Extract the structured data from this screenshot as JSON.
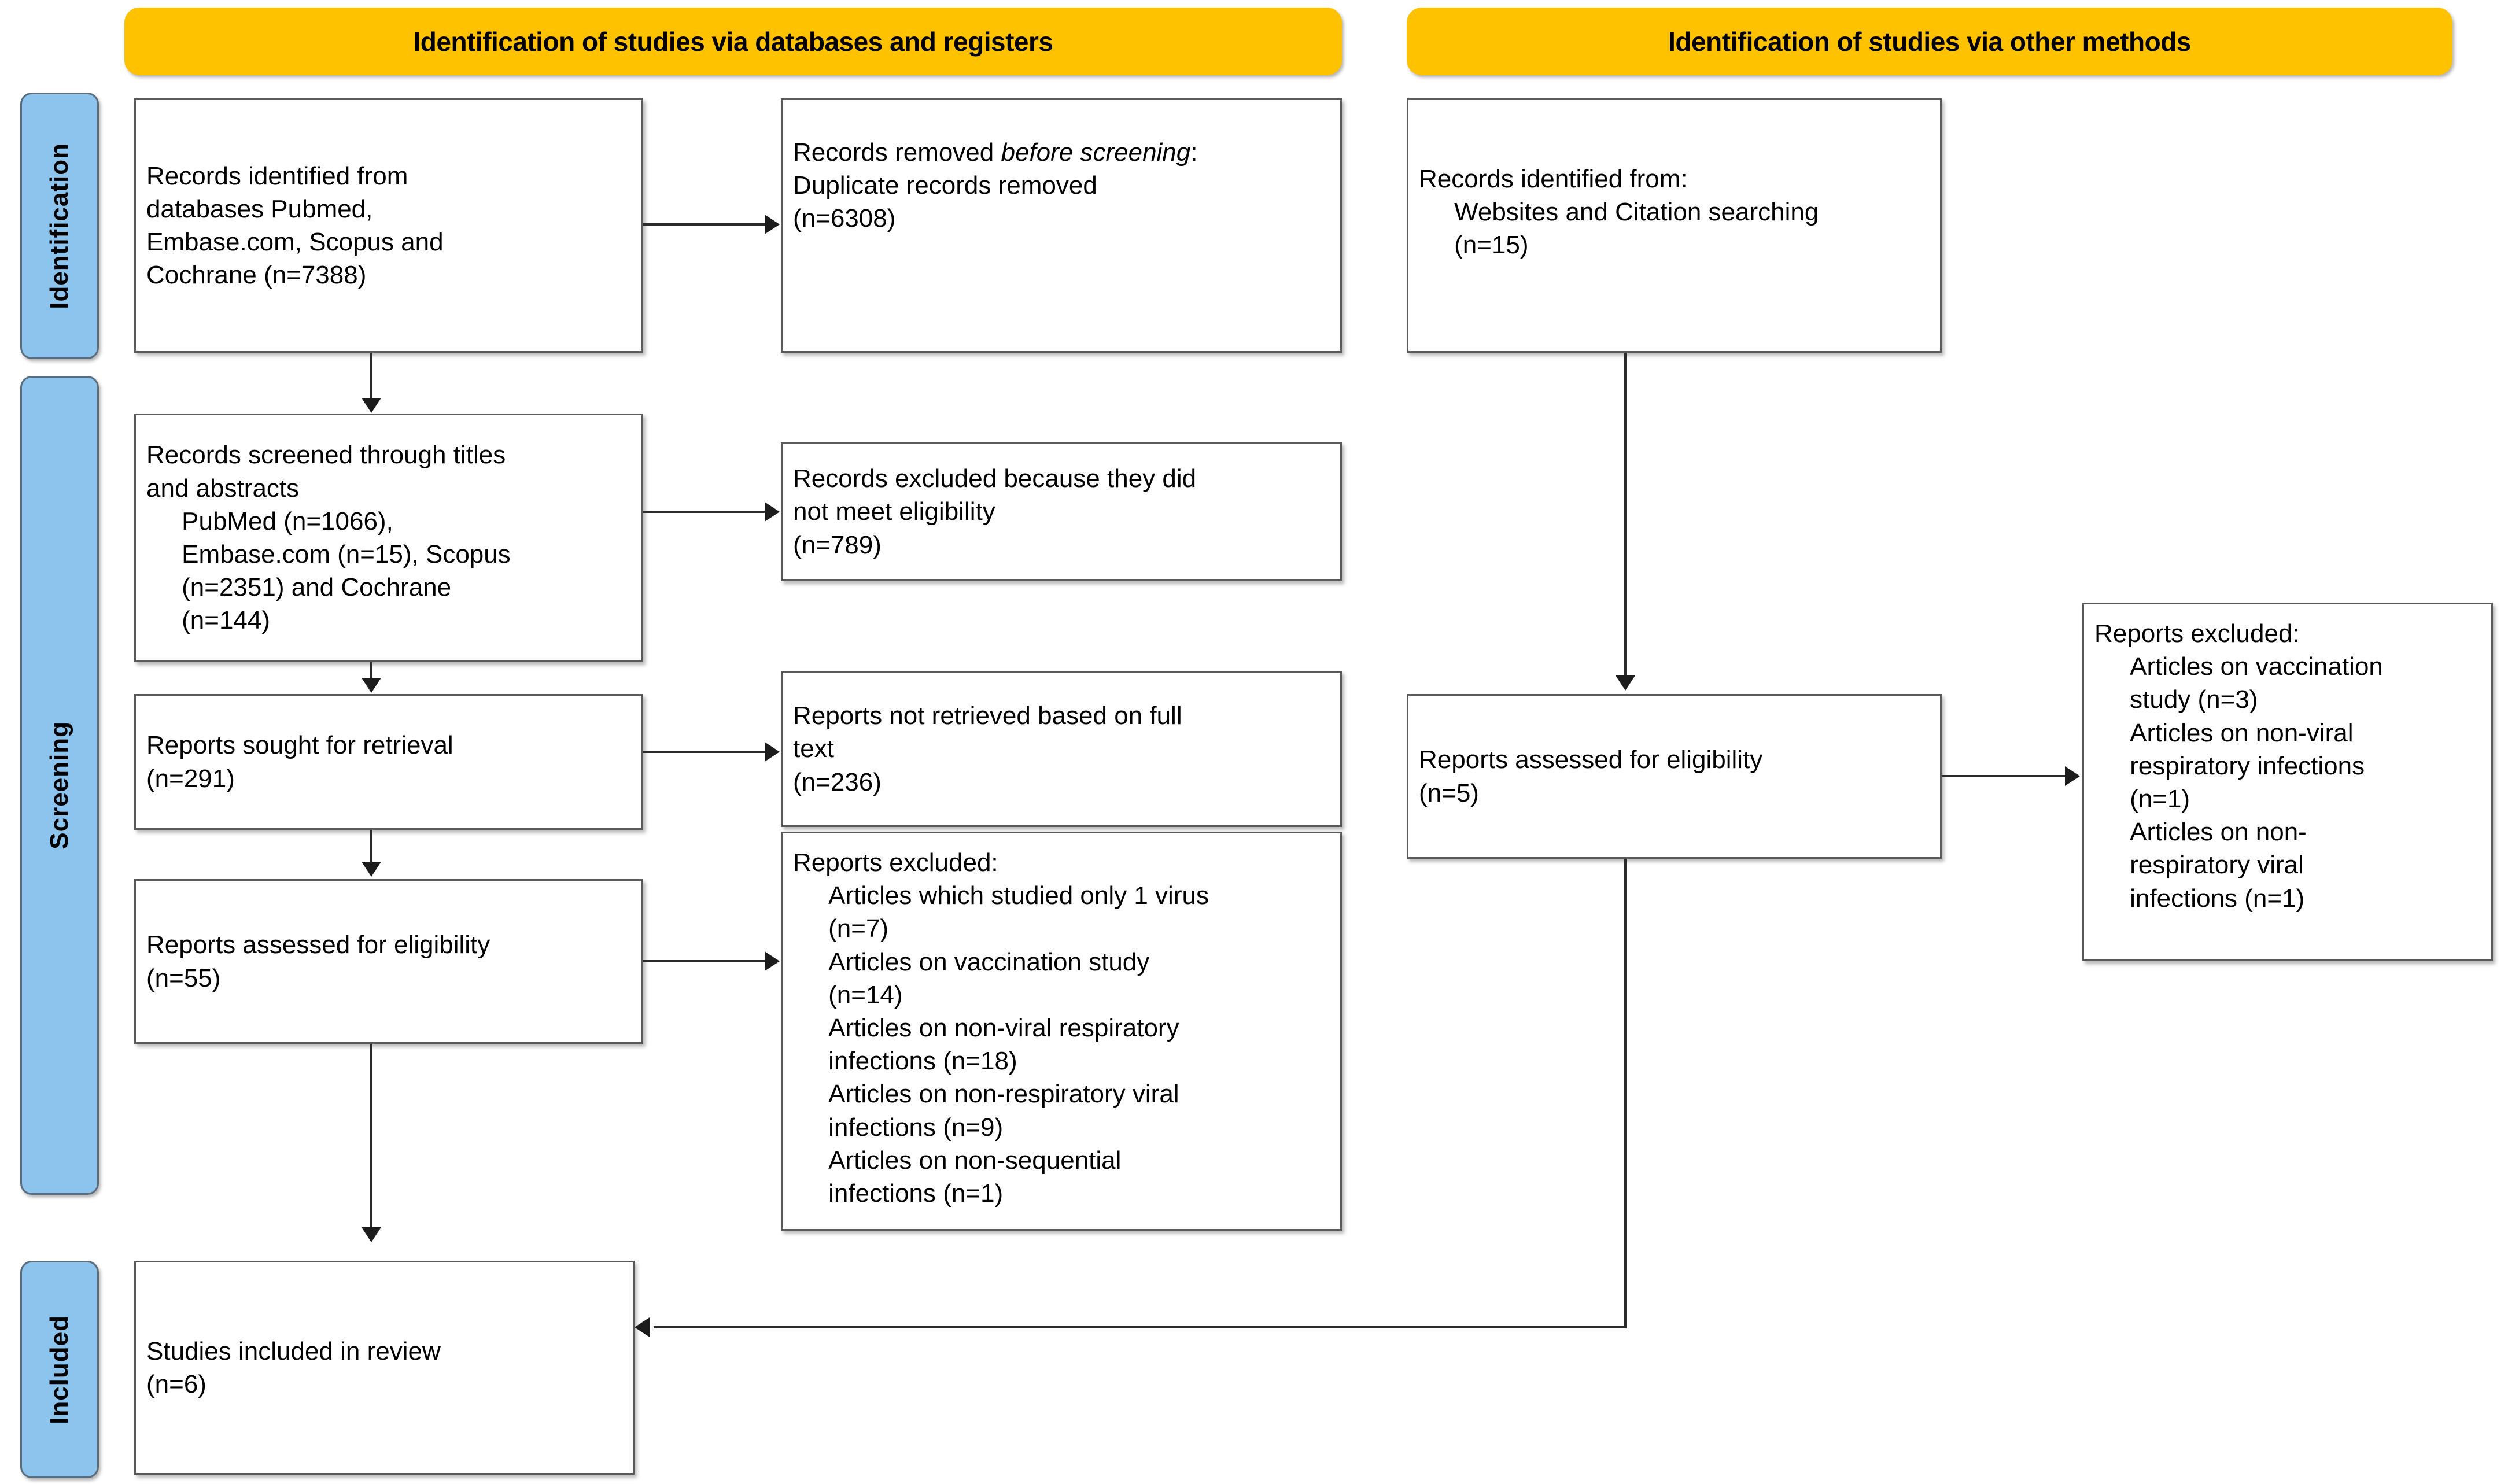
{
  "diagram": {
    "type": "prisma-flow-diagram",
    "headers": [
      {
        "id": "databases",
        "label": "Identification of studies via databases and registers"
      },
      {
        "id": "other",
        "label": "Identification of studies via other methods"
      }
    ],
    "stages": [
      {
        "id": "identification",
        "label": "Identification"
      },
      {
        "id": "screening",
        "label": "Screening"
      },
      {
        "id": "included",
        "label": "Included"
      }
    ],
    "colors": {
      "header_yellow": "#FFC200",
      "stage_blue": "#8CC4EE",
      "stage_border": "#5B6C7A",
      "box_border": "#5A5A5A",
      "line": "#2b2b2b",
      "text": "#000000",
      "background": "#FFFFFF"
    },
    "boxes": {
      "records_identified": {
        "id": "records-identified-databases",
        "text": "Records identified from\ndatabases Pubmed,\nEmbase.com, Scopus and\nCochrane (n=7388)"
      },
      "records_removed": {
        "id": "records-removed-before-screening",
        "text_before": "Records removed ",
        "text_italic": "before screening",
        "text_after": ":\nDuplicate records removed\n(n=6308)"
      },
      "records_screened": {
        "id": "records-screened",
        "text": "Records screened through titles\nand abstracts\n     PubMed (n=1066),\n     Embase.com (n=15), Scopus\n     (n=2351) and Cochrane\n     (n=144)"
      },
      "records_excluded": {
        "id": "records-excluded-not-eligible",
        "text": "Records excluded because they did\nnot meet eligibility\n(n=789)"
      },
      "reports_sought": {
        "id": "reports-sought-for-retrieval",
        "text": "Reports sought for retrieval\n(n=291)"
      },
      "reports_not_retrieved": {
        "id": "reports-not-retrieved",
        "text": "Reports not retrieved based on full\ntext\n(n=236)"
      },
      "reports_excluded_main": {
        "id": "reports-excluded-databases",
        "text": "Reports excluded:\n     Articles which studied only 1 virus\n     (n=7)\n     Articles on vaccination study\n     (n=14)\n     Articles on non-viral respiratory\n     infections (n=18)\n     Articles on non-respiratory viral\n     infections (n=9)\n     Articles on non-sequential\n     infections (n=1)"
      },
      "reports_assessed_left": {
        "id": "reports-assessed-for-eligibility-databases",
        "text": "Reports assessed for eligibility\n(n=55)"
      },
      "studies_included": {
        "id": "studies-included-in-review",
        "text": "Studies included in review\n(n=6)"
      },
      "records_identified_other": {
        "id": "records-identified-other-methods",
        "text": "Records identified from:\n     Websites and Citation searching\n     (n=15)"
      },
      "reports_assessed_right": {
        "id": "reports-assessed-for-eligibility-other",
        "text": "Reports assessed for eligibility\n(n=5)"
      },
      "reports_excluded_right": {
        "id": "reports-excluded-other",
        "text": "Reports excluded:\n     Articles on vaccination\n     study (n=3)\n     Articles on non-viral\n     respiratory infections\n     (n=1)\n     Articles on non-\n     respiratory viral\n     infections (n=1)"
      }
    },
    "counts": {
      "records_identified_databases": 7388,
      "duplicates_removed": 6308,
      "screened_pubmed": 1066,
      "screened_embase": 15,
      "screened_scopus": 2351,
      "screened_cochrane": 144,
      "records_excluded_not_eligible": 789,
      "reports_sought": 291,
      "reports_not_retrieved": 236,
      "excluded_single_virus": 7,
      "excluded_vaccination": 14,
      "excluded_non_viral_respiratory": 18,
      "excluded_non_respiratory_viral": 9,
      "excluded_non_sequential": 1,
      "reports_assessed_databases": 55,
      "studies_included": 6,
      "records_identified_other": 15,
      "reports_assessed_other": 5,
      "excluded_other_vaccination": 3,
      "excluded_other_non_viral_respiratory": 1,
      "excluded_other_non_respiratory_viral": 1
    }
  }
}
